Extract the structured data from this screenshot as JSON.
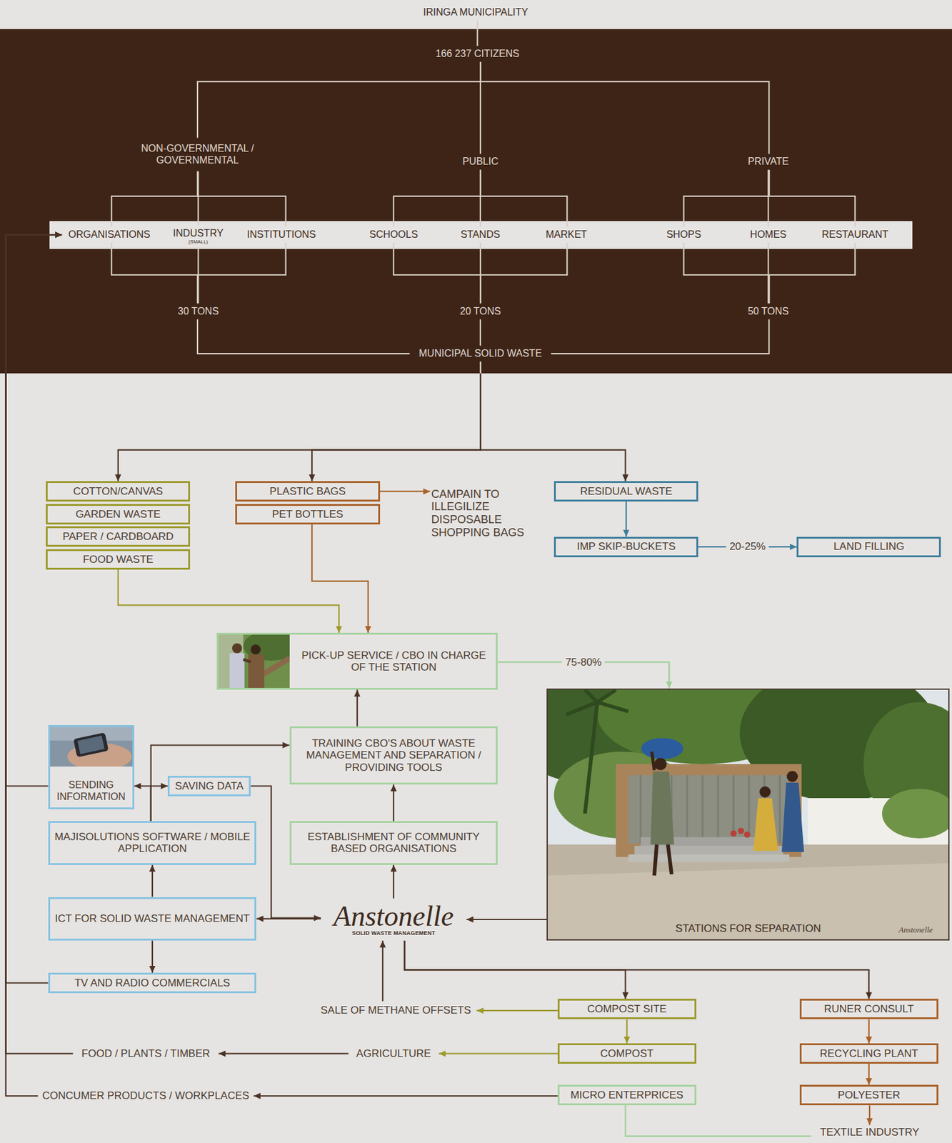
{
  "diagram": {
    "nodes": [
      {
        "text": [
          "IRINGA MUNICIPALITY"
        ]
      },
      {
        "text": [
          "166 237 CITIZENS"
        ]
      },
      {
        "text": [
          "NON-GOVERNMENTAL / GOVERNMENTAL"
        ]
      },
      {
        "text": [
          "PUBLIC"
        ]
      },
      {
        "text": [
          "PRIVATE"
        ]
      },
      {
        "text": [
          "ORGANISATIONS"
        ]
      },
      {
        "text": [
          "INDUSTRY",
          "(SMALL)"
        ]
      },
      {
        "text": [
          "INSTITUTIONS"
        ]
      },
      {
        "text": [
          "SCHOOLS"
        ]
      },
      {
        "text": [
          "STANDS"
        ]
      },
      {
        "text": [
          "MARKET"
        ]
      },
      {
        "text": [
          "SHOPS"
        ]
      },
      {
        "text": [
          "HOMES"
        ]
      },
      {
        "text": [
          "RESTAURANT"
        ]
      },
      {
        "text": [
          "30 TONS"
        ]
      },
      {
        "text": [
          "20 TONS"
        ]
      },
      {
        "text": [
          "50 TONS"
        ]
      },
      {
        "text": [
          "MUNICIPAL SOLID WASTE"
        ]
      },
      {
        "text": [
          "COTTON/CANVAS"
        ]
      },
      {
        "text": [
          "GARDEN WASTE"
        ]
      },
      {
        "text": [
          "PAPER / CARDBOARD"
        ]
      },
      {
        "text": [
          "FOOD WASTE"
        ]
      },
      {
        "text": [
          "PLASTIC BAGS"
        ]
      },
      {
        "text": [
          "PET BOTTLES"
        ]
      },
      {
        "text": [
          "CAMPAIN TO ILLEGILIZE DISPOSABLE SHOPPING BAGS"
        ]
      },
      {
        "text": [
          "RESIDUAL WASTE"
        ]
      },
      {
        "text": [
          "IMP SKIP-BUCKETS"
        ]
      },
      {
        "text": [
          "LAND FILLING"
        ]
      },
      {
        "text": [
          "PICK-UP SERVICE / CBO IN CHARGE OF THE STATION"
        ]
      },
      {
        "text": [
          "STATIONS FOR SEPARATION"
        ]
      },
      {
        "text": [
          "TRAINING CBO'S ABOUT WASTE MANAGEMENT AND SEPARATION / PROVIDING TOOLS"
        ]
      },
      {
        "text": [
          "SENDING INFORMATION"
        ]
      },
      {
        "text": [
          "SAVING DATA"
        ]
      },
      {
        "text": [
          "MAJISOLUTIONS SOFTWARE / MOBILE APPLICATION"
        ]
      },
      {
        "text": [
          "ESTABLISHMENT OF COMMUNITY BASED ORGANISATIONS"
        ]
      },
      {
        "text": [
          "ICT FOR SOLID WASTE MANAGEMENT"
        ]
      },
      {
        "text": [
          "Anstonelle",
          "SOLID WASTE MANAGEMENT"
        ]
      },
      {
        "text": [
          "TV AND RADIO COMMERCIALS"
        ]
      },
      {
        "text": [
          "SALE OF METHANE OFFSETS"
        ]
      },
      {
        "text": [
          "COMPOST SITE"
        ]
      },
      {
        "text": [
          "RUNER CONSULT"
        ]
      },
      {
        "text": [
          "FOOD / PLANTS / TIMBER"
        ]
      },
      {
        "text": [
          "AGRICULTURE"
        ]
      },
      {
        "text": [
          "COMPOST"
        ]
      },
      {
        "text": [
          "RECYCLING PLANT"
        ]
      },
      {
        "text": [
          "CONCUMER PRODUCTS / WORKPLACES"
        ]
      },
      {
        "text": [
          "MICRO ENTERPRICES"
        ]
      },
      {
        "text": [
          "POLYESTER"
        ]
      },
      {
        "text": [
          "TEXTILE INDUSTRY"
        ]
      }
    ],
    "edges": [
      {
        "from": 0,
        "to": 1,
        "arrow": "none"
      },
      {
        "from": 1,
        "to": 2,
        "arrow": "none"
      },
      {
        "from": 1,
        "to": 3,
        "arrow": "none"
      },
      {
        "from": 1,
        "to": 4,
        "arrow": "none"
      },
      {
        "from": 2,
        "to": 5,
        "arrow": "none"
      },
      {
        "from": 2,
        "to": 6,
        "arrow": "none"
      },
      {
        "from": 2,
        "to": 7,
        "arrow": "none"
      },
      {
        "from": 3,
        "to": 8,
        "arrow": "none"
      },
      {
        "from": 3,
        "to": 9,
        "arrow": "none"
      },
      {
        "from": 3,
        "to": 10,
        "arrow": "none"
      },
      {
        "from": 4,
        "to": 11,
        "arrow": "none"
      },
      {
        "from": 4,
        "to": 12,
        "arrow": "none"
      },
      {
        "from": 4,
        "to": 13,
        "arrow": "none"
      },
      {
        "from": 5,
        "to": 14,
        "arrow": "none"
      },
      {
        "from": 6,
        "to": 14,
        "arrow": "none"
      },
      {
        "from": 7,
        "to": 14,
        "arrow": "none"
      },
      {
        "from": 8,
        "to": 15,
        "arrow": "none"
      },
      {
        "from": 9,
        "to": 15,
        "arrow": "none"
      },
      {
        "from": 10,
        "to": 15,
        "arrow": "none"
      },
      {
        "from": 11,
        "to": 16,
        "arrow": "none"
      },
      {
        "from": 12,
        "to": 16,
        "arrow": "none"
      },
      {
        "from": 13,
        "to": 16,
        "arrow": "none"
      },
      {
        "from": 14,
        "to": 17,
        "arrow": "none"
      },
      {
        "from": 15,
        "to": 17,
        "arrow": "none"
      },
      {
        "from": 16,
        "to": 17,
        "arrow": "none"
      },
      {
        "from": 17,
        "to": 18,
        "arrow": "to"
      },
      {
        "from": 17,
        "to": 22,
        "arrow": "to"
      },
      {
        "from": 17,
        "to": 25,
        "arrow": "to"
      },
      {
        "from": 22,
        "to": 24,
        "arrow": "to"
      },
      {
        "from": 21,
        "to": 28,
        "arrow": "to"
      },
      {
        "from": 23,
        "to": 28,
        "arrow": "to"
      },
      {
        "from": 25,
        "to": 26,
        "arrow": "to"
      },
      {
        "from": 26,
        "to": 27,
        "label": "20-25%",
        "arrow": "to"
      },
      {
        "from": 28,
        "to": 29,
        "label": "75-80%",
        "arrow": "to"
      },
      {
        "from": 29,
        "to": 36,
        "arrow": "to"
      },
      {
        "from": 36,
        "to": 34,
        "arrow": "to"
      },
      {
        "from": 34,
        "to": 30,
        "arrow": "to"
      },
      {
        "from": 30,
        "to": 28,
        "arrow": "to"
      },
      {
        "from": 36,
        "to": 35,
        "arrow": "to"
      },
      {
        "from": 32,
        "to": 36,
        "arrow": "to"
      },
      {
        "from": 35,
        "to": 33,
        "arrow": "to"
      },
      {
        "from": 35,
        "to": 37,
        "arrow": "to"
      },
      {
        "from": 33,
        "to": 30,
        "arrow": "to"
      },
      {
        "from": 33,
        "to": 31,
        "arrow": "to"
      },
      {
        "from": 33,
        "to": 32,
        "arrow": "to"
      },
      {
        "from": 31,
        "to": 5,
        "arrow": "to"
      },
      {
        "from": 37,
        "to": 5,
        "arrow": "to"
      },
      {
        "from": 41,
        "to": 5,
        "arrow": "to"
      },
      {
        "from": 45,
        "to": 5,
        "arrow": "to"
      },
      {
        "from": 36,
        "to": 39,
        "arrow": "to"
      },
      {
        "from": 36,
        "to": 40,
        "arrow": "to"
      },
      {
        "from": 38,
        "to": 36,
        "arrow": "to"
      },
      {
        "from": 39,
        "to": 38,
        "arrow": "to"
      },
      {
        "from": 39,
        "to": 43,
        "arrow": "to"
      },
      {
        "from": 43,
        "to": 42,
        "arrow": "to"
      },
      {
        "from": 42,
        "to": 41,
        "arrow": "to"
      },
      {
        "from": 46,
        "to": 45,
        "arrow": "to"
      },
      {
        "from": 40,
        "to": 44,
        "arrow": "to"
      },
      {
        "from": 44,
        "to": 47,
        "arrow": "to"
      },
      {
        "from": 47,
        "to": 48,
        "arrow": "to"
      },
      {
        "from": 46,
        "to": 48,
        "arrow": "none"
      }
    ],
    "labels": [
      "Anstonelle"
    ]
  }
}
